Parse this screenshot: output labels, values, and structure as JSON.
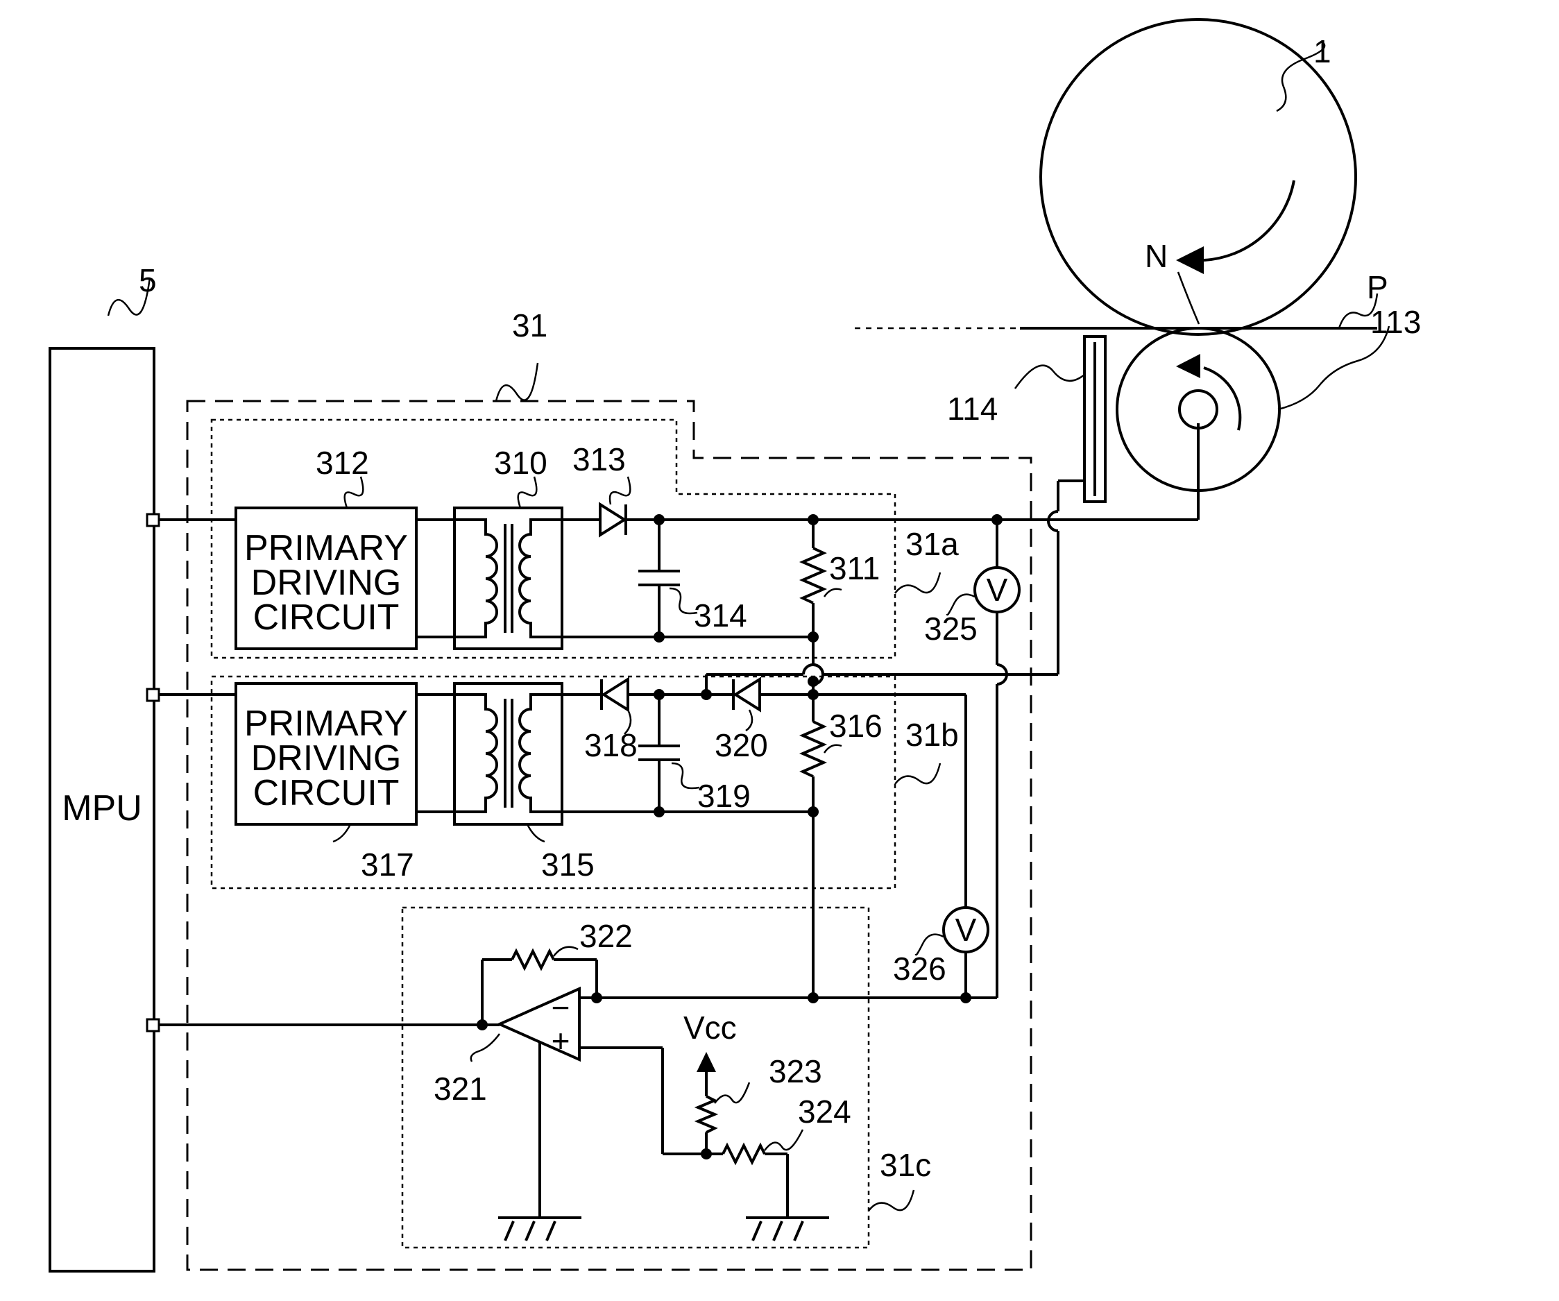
{
  "blocks": {
    "mpu": "MPU",
    "primary_upper": [
      "PRIMARY",
      "DRIVING",
      "CIRCUIT"
    ],
    "primary_lower": [
      "PRIMARY",
      "DRIVING",
      "CIRCUIT"
    ],
    "voltmeter_symbol": "V"
  },
  "labels": {
    "mpu_ref": "5",
    "unit": "31",
    "sub_a": "31a",
    "sub_b": "31b",
    "sub_c": "31c",
    "drum": "1",
    "nip": "N",
    "paper": "P",
    "roller": "113",
    "sensor": "114",
    "c312": "312",
    "c310": "310",
    "c313": "313",
    "c314": "314",
    "c311": "311",
    "c325": "325",
    "c317": "317",
    "c315": "315",
    "c318": "318",
    "c319": "319",
    "c320": "320",
    "c316": "316",
    "c326": "326",
    "c322": "322",
    "c321": "321",
    "c323": "323",
    "c324": "324",
    "vcc": "Vcc",
    "minus": "−",
    "plus": "+"
  }
}
